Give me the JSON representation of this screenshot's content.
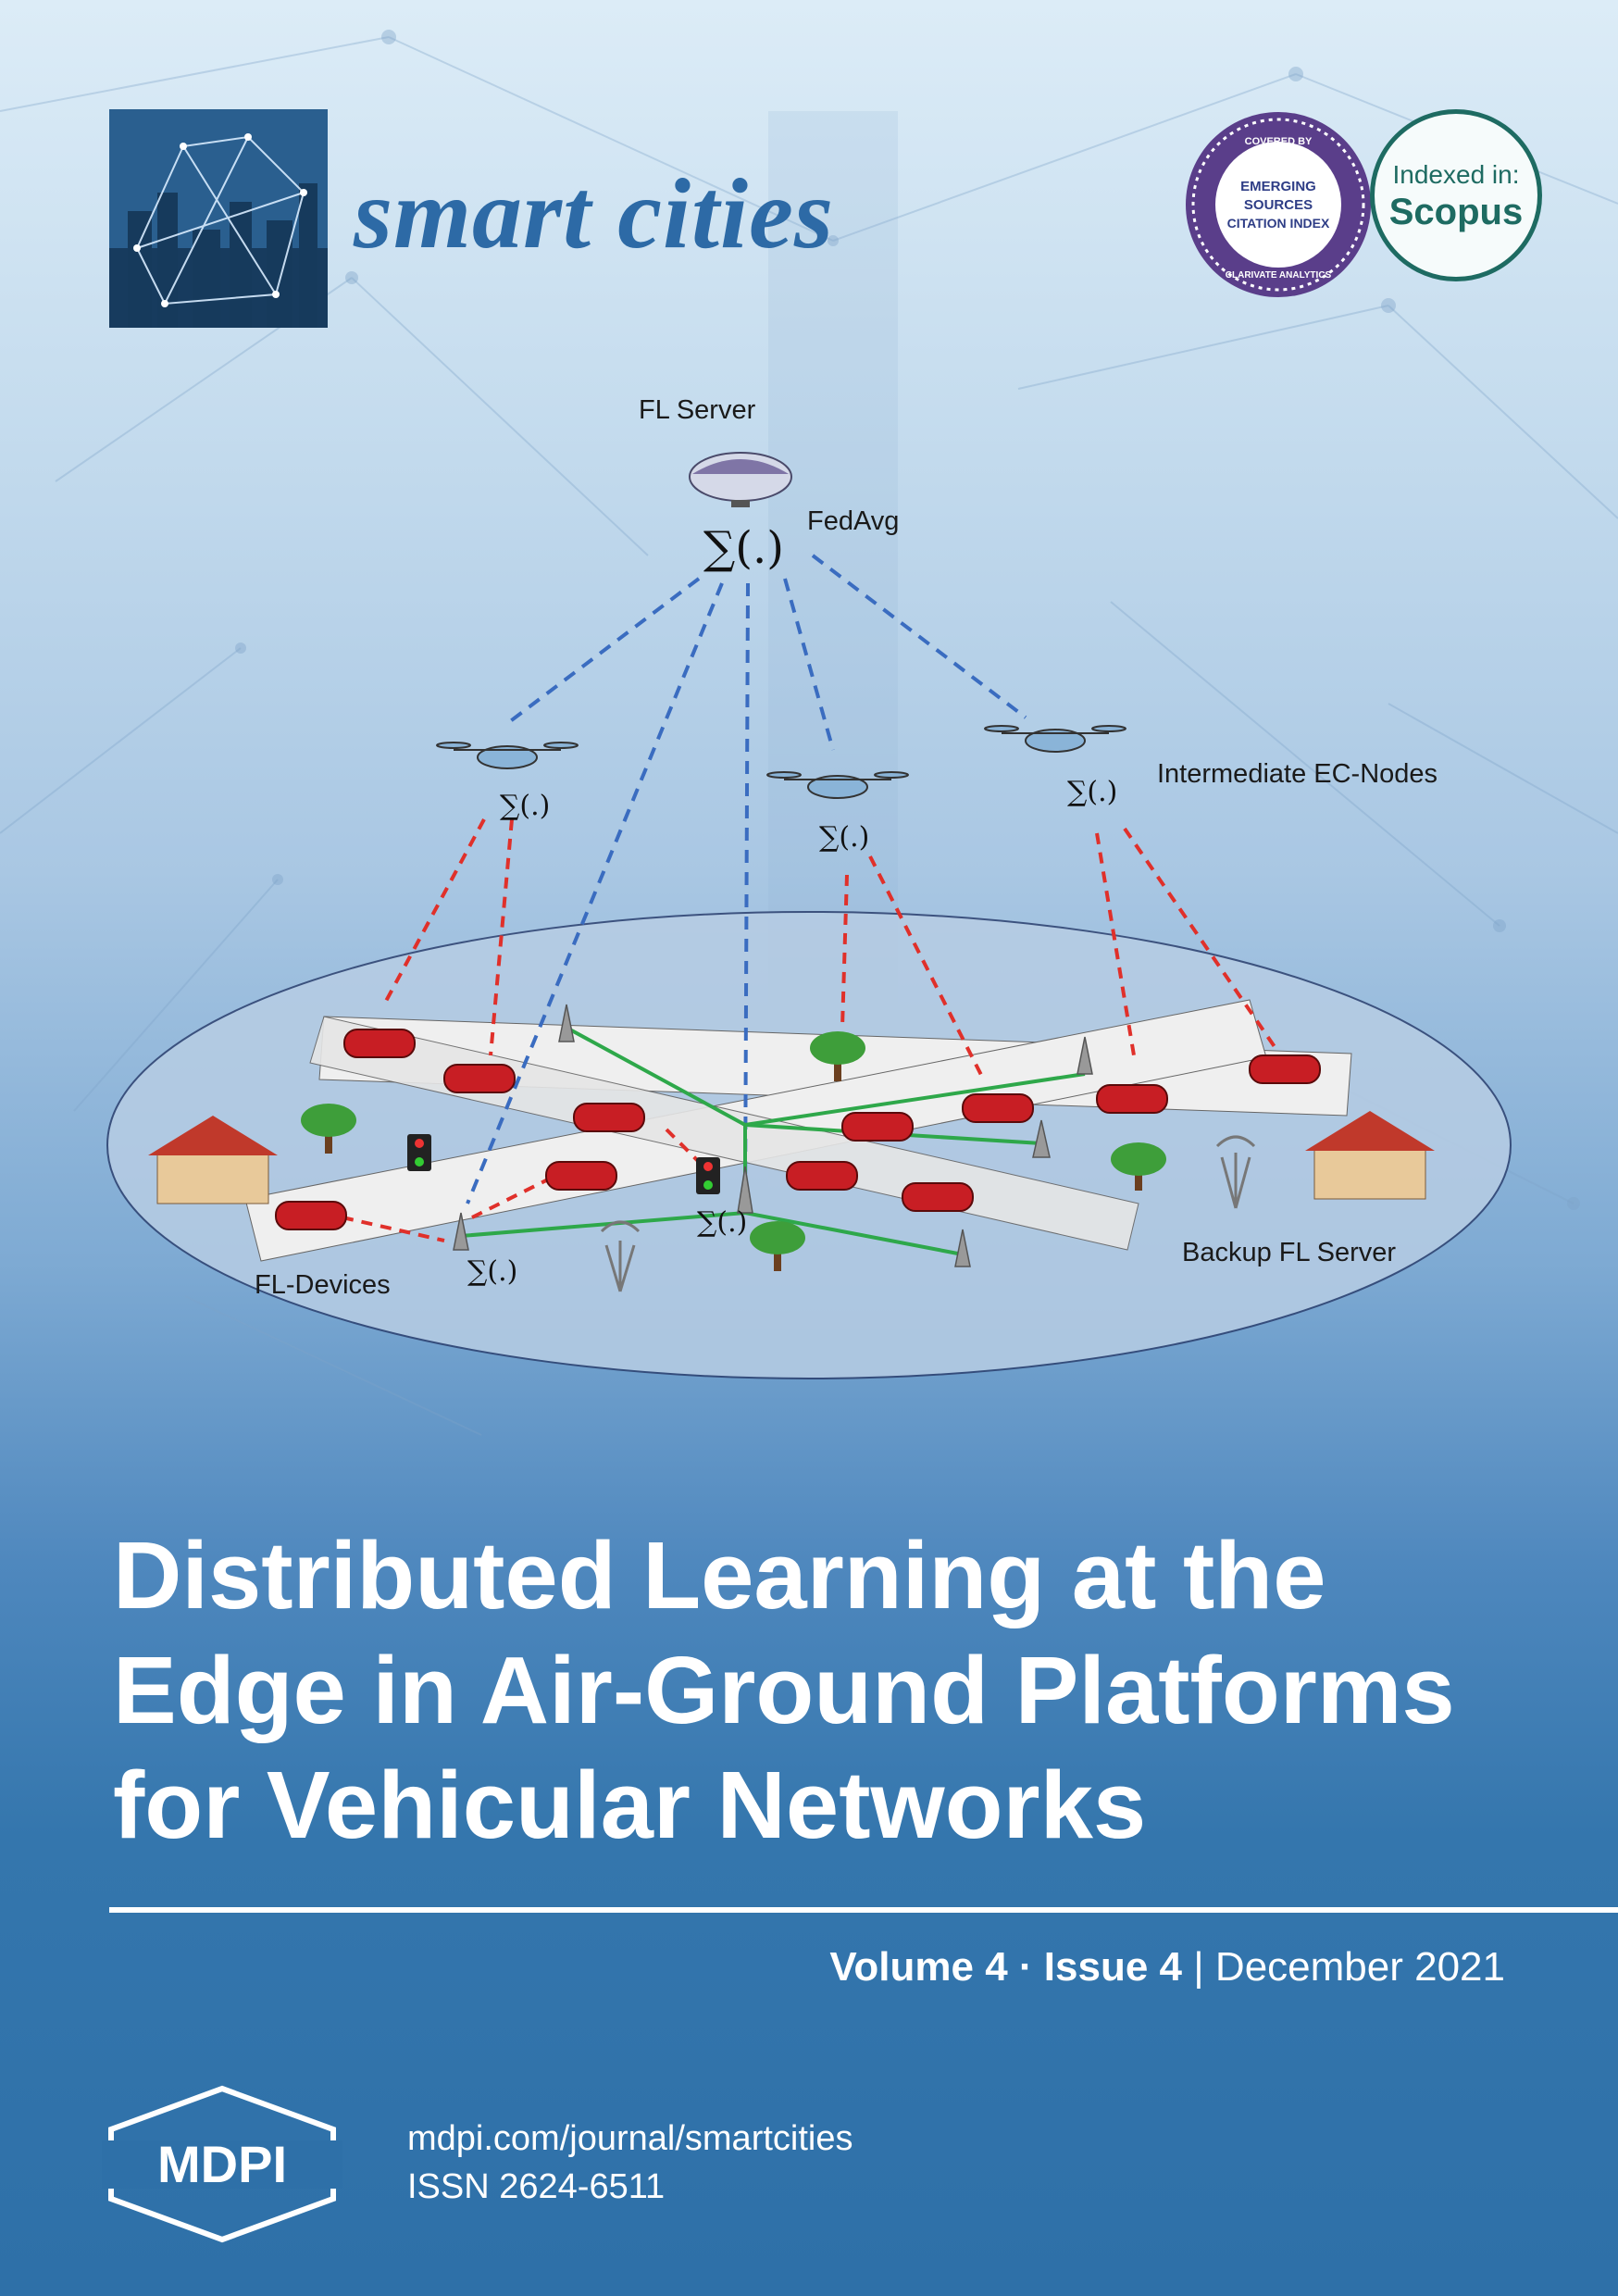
{
  "journal": {
    "name": "smart cities",
    "esci_badge": {
      "top": "COVERED BY",
      "line1": "EMERGING",
      "line2": "SOURCES",
      "line3": "CITATION INDEX",
      "bottom": "CLARIVATE ANALYTICS"
    },
    "scopus_badge": {
      "indexed": "Indexed in:",
      "name": "Scopus"
    }
  },
  "diagram": {
    "fl_server": "FL Server",
    "fedavg": "FedAvg",
    "sum_symbol": "∑(.)",
    "intermediate_nodes": "Intermediate EC-Nodes",
    "fl_devices": "FL-Devices",
    "backup_server": "Backup FL Server"
  },
  "title": {
    "line1": "Distributed Learning at the",
    "line2": "Edge in Air-Ground Platforms",
    "line3": "for Vehicular Networks"
  },
  "issue": {
    "volume": "Volume 4",
    "separator": "·",
    "issue": "Issue 4",
    "divider": "|",
    "date": "December 2021"
  },
  "publisher": {
    "logo_text": "MDPI",
    "url": "mdpi.com/journal/smartcities",
    "issn": "ISSN 2624-6511"
  },
  "colors": {
    "journal_blue": "#2d6aa6",
    "scopus_green": "#1e6b62",
    "link_blue": "#3a6cc0",
    "link_red": "#e0302a",
    "link_green": "#2ea84a"
  }
}
